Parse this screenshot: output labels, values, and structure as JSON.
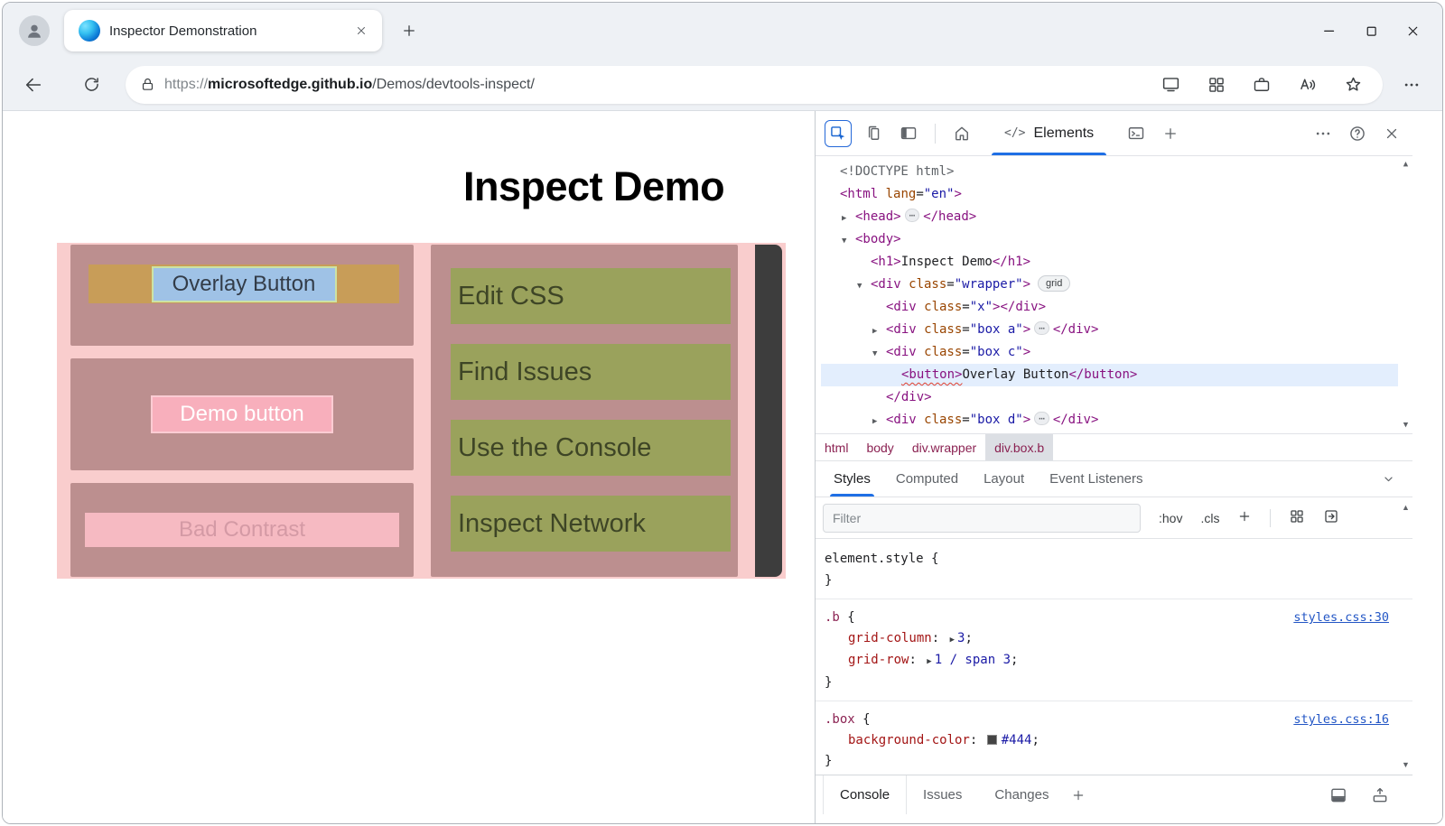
{
  "colors": {
    "accent_blue": "#1f6fe5",
    "wrapper_pink": "#f9cdcd",
    "box_rosybrown": "#bc8f8f",
    "menu_olive": "#9aa25c",
    "dark_bar": "#3d3d3d",
    "overlay_margin_tan": "#c89d58",
    "overlay_content_blue": "#9fc2e6",
    "demo_button_pink": "#f8afbc",
    "dom_highlight": "#e3eefd"
  },
  "browser": {
    "tab": {
      "title": "Inspector Demonstration"
    },
    "url": {
      "scheme": "https://",
      "host": "microsoftedge.github.io",
      "path": "/Demos/devtools-inspect/"
    }
  },
  "page": {
    "title": "Inspect Demo",
    "overlay_button": "Overlay Button",
    "demo_button": "Demo button",
    "bad_contrast": "Bad Contrast",
    "menu_items": [
      "Edit CSS",
      "Find Issues",
      "Use the Console",
      "Inspect Network"
    ]
  },
  "devtools": {
    "toolbar": {
      "elements_tab": "Elements"
    },
    "dom_tree": [
      {
        "level": 0,
        "arrow": "",
        "tokens": [
          [
            "doctype",
            "<!DOCTYPE html>"
          ]
        ]
      },
      {
        "level": 0,
        "arrow": "",
        "tokens": [
          [
            "tag",
            "<html"
          ],
          [
            "attr",
            " lang"
          ],
          [
            "punct",
            "="
          ],
          [
            "val",
            "\"en\""
          ],
          [
            "tag",
            ">"
          ]
        ]
      },
      {
        "level": 1,
        "arrow": "right",
        "tokens": [
          [
            "tag",
            "<head>"
          ],
          [
            "more",
            "⋯"
          ],
          [
            "tag",
            "</head>"
          ]
        ]
      },
      {
        "level": 1,
        "arrow": "down",
        "tokens": [
          [
            "tag",
            "<body>"
          ]
        ]
      },
      {
        "level": 2,
        "arrow": "",
        "tokens": [
          [
            "tag",
            "<h1>"
          ],
          [
            "text",
            "Inspect Demo"
          ],
          [
            "tag",
            "</h1>"
          ]
        ]
      },
      {
        "level": 2,
        "arrow": "down",
        "tokens": [
          [
            "tag",
            "<div"
          ],
          [
            "attr",
            " class"
          ],
          [
            "punct",
            "="
          ],
          [
            "val",
            "\"wrapper\""
          ],
          [
            "tag",
            ">"
          ],
          [
            "badge",
            "grid"
          ]
        ]
      },
      {
        "level": 3,
        "arrow": "",
        "tokens": [
          [
            "tag",
            "<div"
          ],
          [
            "attr",
            " class"
          ],
          [
            "punct",
            "="
          ],
          [
            "val",
            "\"x\""
          ],
          [
            "tag",
            ">"
          ],
          [
            "tag",
            "</div>"
          ]
        ]
      },
      {
        "level": 3,
        "arrow": "right",
        "tokens": [
          [
            "tag",
            "<div"
          ],
          [
            "attr",
            " class"
          ],
          [
            "punct",
            "="
          ],
          [
            "val",
            "\"box a\""
          ],
          [
            "tag",
            ">"
          ],
          [
            "more",
            "⋯"
          ],
          [
            "tag",
            "</div>"
          ]
        ]
      },
      {
        "level": 3,
        "arrow": "down",
        "tokens": [
          [
            "tag",
            "<div"
          ],
          [
            "attr",
            " class"
          ],
          [
            "punct",
            "="
          ],
          [
            "val",
            "\"box c\""
          ],
          [
            "tag",
            ">"
          ]
        ]
      },
      {
        "level": 4,
        "arrow": "",
        "highlight": true,
        "tokens": [
          [
            "tag wavy",
            "<button>"
          ],
          [
            "text",
            "Overlay Button"
          ],
          [
            "tag",
            "</button>"
          ]
        ]
      },
      {
        "level": 3,
        "arrow": "",
        "tokens": [
          [
            "tag",
            "</div>"
          ]
        ]
      },
      {
        "level": 3,
        "arrow": "right",
        "tokens": [
          [
            "tag",
            "<div"
          ],
          [
            "attr",
            " class"
          ],
          [
            "punct",
            "="
          ],
          [
            "val",
            "\"box d\""
          ],
          [
            "tag",
            ">"
          ],
          [
            "more",
            "⋯"
          ],
          [
            "tag",
            "</div>"
          ]
        ]
      }
    ],
    "breadcrumbs": [
      {
        "label": "html"
      },
      {
        "label": "body"
      },
      {
        "label": "div.wrapper"
      },
      {
        "label": "div.box.b",
        "selected": true
      }
    ],
    "style_tabs": [
      {
        "label": "Styles",
        "active": true
      },
      {
        "label": "Computed"
      },
      {
        "label": "Layout"
      },
      {
        "label": "Event Listeners"
      }
    ],
    "filter": {
      "placeholder": "Filter",
      "hov": ":hov",
      "cls": ".cls"
    },
    "rules": [
      {
        "selector": "element.style",
        "link": "",
        "properties": []
      },
      {
        "selector": ".b",
        "link": "styles.css:30",
        "properties": [
          {
            "name": "grid-column",
            "value": "3",
            "arrow": true
          },
          {
            "name": "grid-row",
            "value": "1 / span 3",
            "arrow": true
          }
        ]
      },
      {
        "selector": ".box",
        "link": "styles.css:16",
        "properties": [
          {
            "name": "background-color",
            "value": "#444",
            "swatch": "#444"
          }
        ]
      }
    ],
    "bottom_tabs": [
      {
        "label": "Console",
        "active": true
      },
      {
        "label": "Issues"
      },
      {
        "label": "Changes"
      }
    ]
  }
}
